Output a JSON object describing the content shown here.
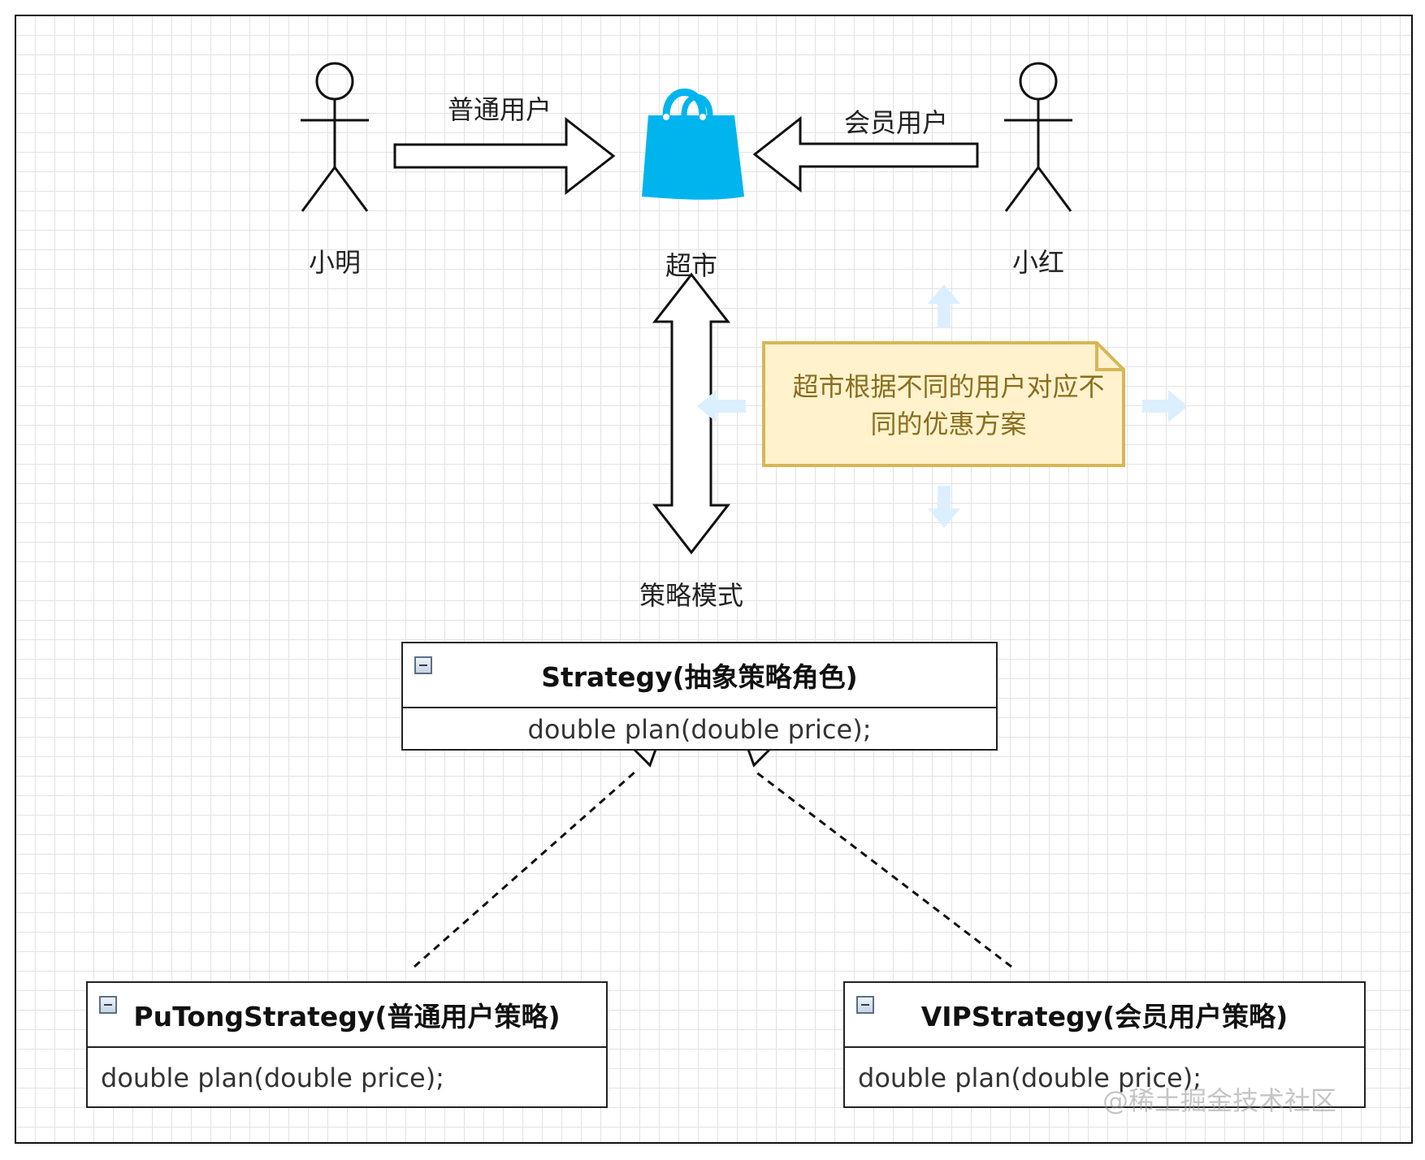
{
  "actors": {
    "left": {
      "name": "小明",
      "arrow_label": "普通用户"
    },
    "right": {
      "name": "小红",
      "arrow_label": "会员用户"
    }
  },
  "store": {
    "label": "超市"
  },
  "note": {
    "text": "超市根据不同的用户对应不同的优惠方案"
  },
  "pattern_label": "策略模式",
  "uml": {
    "strategy": {
      "title": "Strategy(抽象策略角色)",
      "method": "double plan(double price);"
    },
    "putong": {
      "title": "PuTongStrategy(普通用户策略)",
      "method": "double plan(double price);"
    },
    "vip": {
      "title": "VIPStrategy(会员用户策略)",
      "method": "double plan(double price);"
    }
  },
  "watermark": "@稀土掘金技术社区",
  "colors": {
    "bag": "#00b4ee",
    "note_fill": "#fff2cc",
    "note_border": "#d6b656",
    "hint_arrow": "#dcefff"
  }
}
